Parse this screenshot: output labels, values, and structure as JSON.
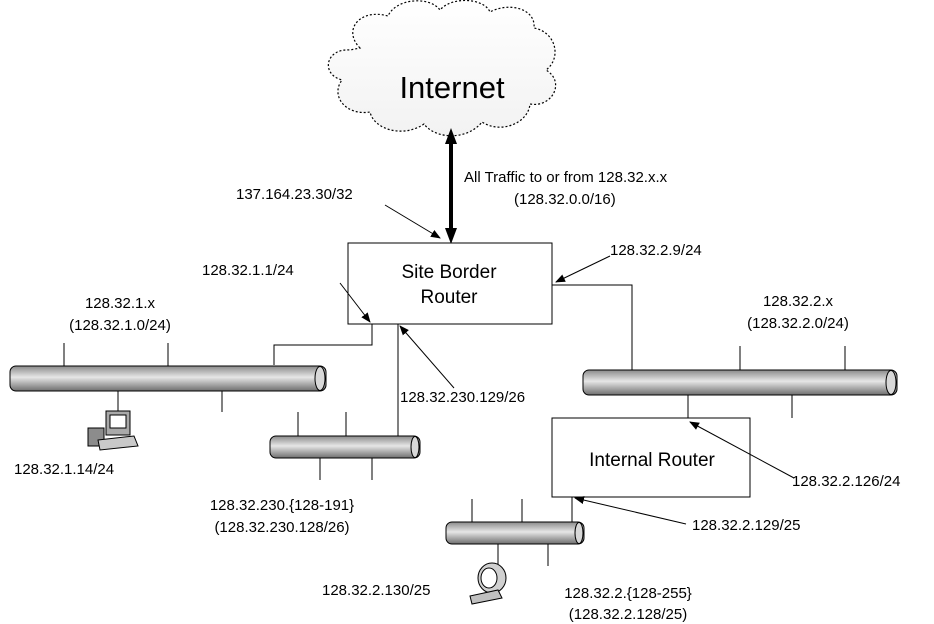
{
  "cloud": {
    "label": "Internet"
  },
  "uplink": {
    "line1": "All Traffic to or from 128.32.x.x",
    "line2": "(128.32.0.0/16)"
  },
  "border_router": {
    "line1": "Site Border",
    "line2": "Router"
  },
  "internal_router": {
    "label": "Internal Router"
  },
  "interfaces": {
    "external": "137.164.23.30/32",
    "to_net1": "128.32.1.1/24",
    "to_net2": "128.32.2.9/24",
    "to_net230": "128.32.230.129/26",
    "internal_up": "128.32.2.126/24",
    "internal_down": "128.32.2.129/25"
  },
  "networks": {
    "net1": {
      "line1": "128.32.1.x",
      "line2": "(128.32.1.0/24)"
    },
    "net2": {
      "line1": "128.32.2.x",
      "line2": "(128.32.2.0/24)"
    },
    "net230": {
      "line1": "128.32.230.{128-191}",
      "line2": "(128.32.230.128/26)"
    },
    "net2b": {
      "line1": "128.32.2.{128-255}",
      "line2": "(128.32.2.128/25)"
    }
  },
  "hosts": {
    "pc1": {
      "ip": "128.32.1.14/24",
      "icon": "desktop-computer-icon"
    },
    "pc2": {
      "ip": "128.32.2.130/25",
      "icon": "monitor-computer-icon"
    }
  }
}
